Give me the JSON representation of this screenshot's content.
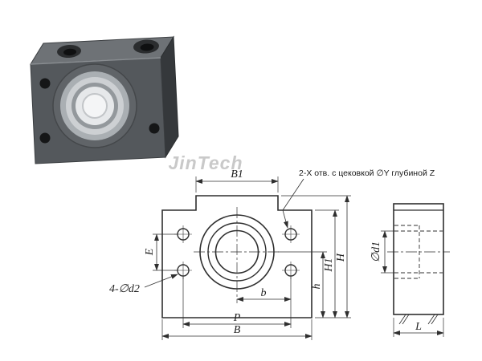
{
  "watermark": "JinTech",
  "annotation": "2-Х отв. с цековкой ∅Y глубиной Z",
  "labels": {
    "B1": "B1",
    "E": "E",
    "d2": "4-∅d2",
    "b": "b",
    "P": "P",
    "B": "B",
    "h": "h",
    "H1": "H1",
    "H": "H",
    "d1": "∅d1",
    "L": "L"
  },
  "colors": {
    "line": "#2f2f2f",
    "watermark": "#c9c9c9",
    "photo_body": "#54585c",
    "photo_top": "#6e7276",
    "photo_side": "#35383b"
  }
}
